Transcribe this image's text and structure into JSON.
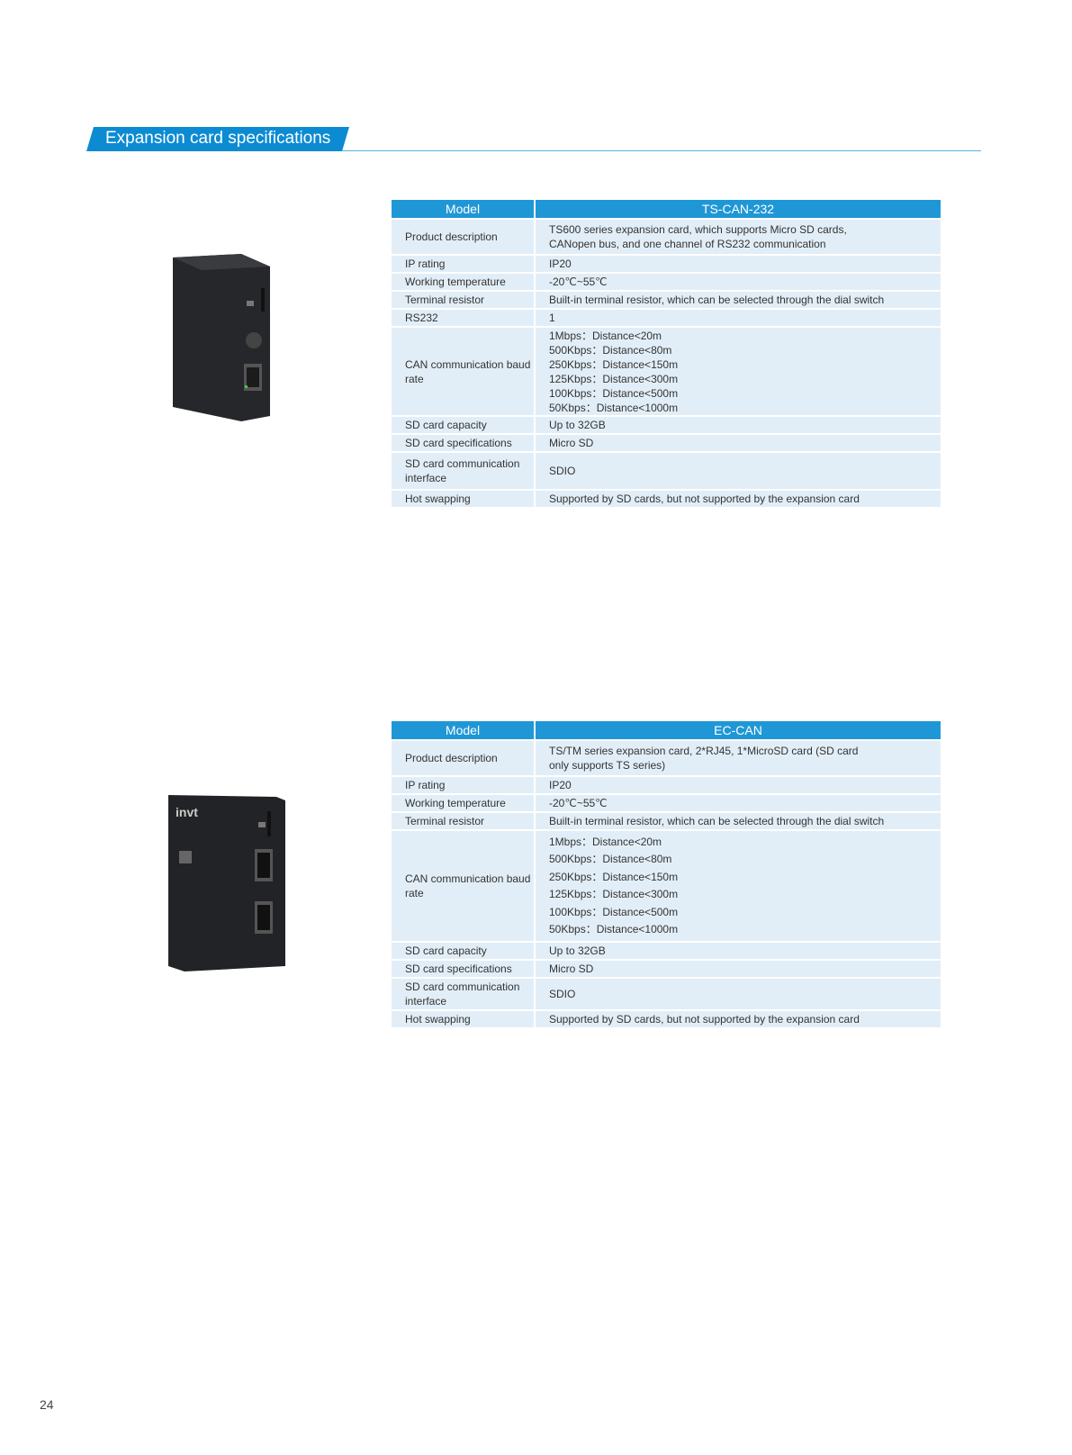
{
  "section_title": "Expansion card specifications",
  "page_number": "24",
  "tables": [
    {
      "header": [
        "Model",
        "TS-CAN-232"
      ],
      "rows": [
        {
          "key": "Product description",
          "value": [
            "TS600 series expansion card, which supports Micro SD cards,",
            "CANopen bus, and one channel of RS232 communication"
          ]
        },
        {
          "key": "IP rating",
          "value": [
            "IP20"
          ]
        },
        {
          "key": "Working temperature",
          "value": [
            "-20℃~55℃"
          ]
        },
        {
          "key": "Terminal resistor",
          "value": [
            "Built-in terminal resistor, which can be selected through the dial switch"
          ]
        },
        {
          "key": "RS232",
          "value": [
            "1"
          ]
        },
        {
          "key": "CAN communication baud rate",
          "value": [
            "1Mbps：Distance<20m",
            "500Kbps：Distance<80m",
            "250Kbps：Distance<150m",
            "125Kbps：Distance<300m",
            "100Kbps：Distance<500m",
            "50Kbps：Distance<1000m"
          ]
        },
        {
          "key": "SD card capacity",
          "value": [
            "Up to 32GB"
          ]
        },
        {
          "key": "SD card specifications",
          "value": [
            "Micro SD"
          ]
        },
        {
          "key": "SD card communication interface",
          "value": [
            "SDIO"
          ]
        },
        {
          "key": "Hot swapping",
          "value": [
            "Supported by SD cards, but not supported by the expansion card"
          ]
        }
      ]
    },
    {
      "header": [
        "Model",
        "EC-CAN"
      ],
      "rows": [
        {
          "key": "Product description",
          "value": [
            "TS/TM series expansion card, 2*RJ45, 1*MicroSD card (SD card",
            "only supports TS series)"
          ]
        },
        {
          "key": "IP rating",
          "value": [
            "IP20"
          ]
        },
        {
          "key": "Working temperature",
          "value": [
            "-20℃~55℃"
          ]
        },
        {
          "key": "Terminal resistor",
          "value": [
            "Built-in terminal resistor, which can be selected through the dial switch"
          ]
        },
        {
          "key": "CAN communication baud rate",
          "value": [
            "1Mbps：Distance<20m",
            "500Kbps：Distance<80m",
            "250Kbps：Distance<150m",
            "125Kbps：Distance<300m",
            "100Kbps：Distance<500m",
            "50Kbps：Distance<1000m"
          ]
        },
        {
          "key": "SD card capacity",
          "value": [
            "Up to 32GB"
          ]
        },
        {
          "key": "SD card specifications",
          "value": [
            "Micro SD"
          ]
        },
        {
          "key": "SD card communication interface",
          "value": [
            "SDIO"
          ]
        },
        {
          "key": "Hot swapping",
          "value": [
            "Supported by SD cards, but not supported by the expansion card"
          ]
        }
      ]
    }
  ],
  "product_logo_text": "invt",
  "colors": {
    "accent": "#1f97d6",
    "row_bg": "#e2eef7"
  }
}
